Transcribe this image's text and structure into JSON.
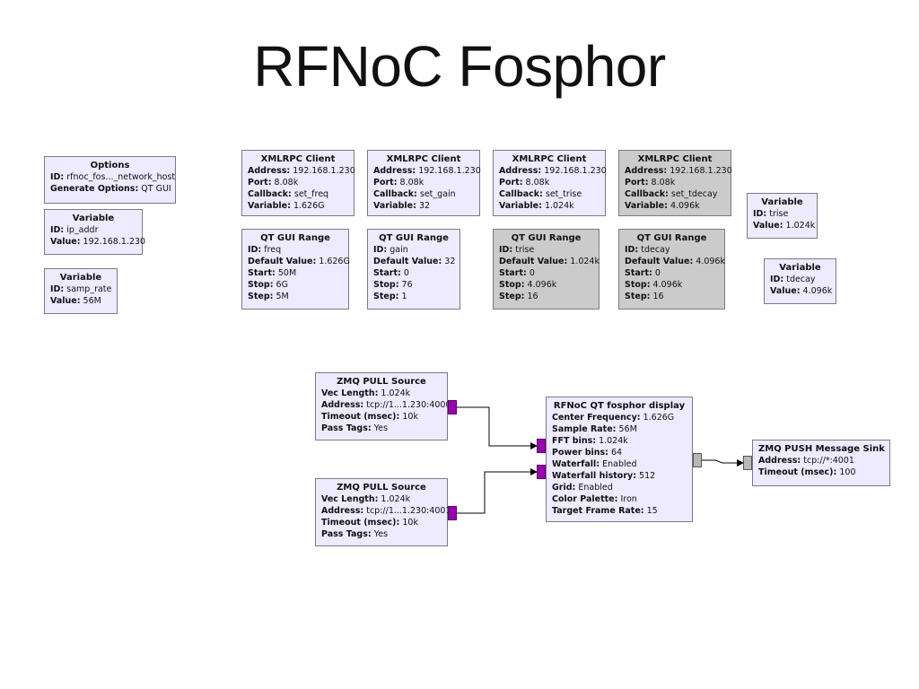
{
  "title": "RFNoC Fosphor",
  "colors": {
    "block_bg": "#eeeaff",
    "disabled_bg": "#cbcbcb",
    "stream_port": "#9b00b0",
    "message_port": "#b8b8b8"
  },
  "blocks": {
    "options": {
      "title": "Options",
      "rows": [
        {
          "k": "ID:",
          "v": "rfnoc_fos..._network_host"
        },
        {
          "k": "Generate Options:",
          "v": "QT GUI"
        }
      ]
    },
    "var_ip": {
      "title": "Variable",
      "rows": [
        {
          "k": "ID:",
          "v": "ip_addr"
        },
        {
          "k": "Value:",
          "v": "192.168.1.230"
        }
      ]
    },
    "var_samp": {
      "title": "Variable",
      "rows": [
        {
          "k": "ID:",
          "v": "samp_rate"
        },
        {
          "k": "Value:",
          "v": "56M"
        }
      ]
    },
    "xml_freq": {
      "title": "XMLRPC Client",
      "rows": [
        {
          "k": "Address:",
          "v": "192.168.1.230"
        },
        {
          "k": "Port:",
          "v": "8.08k"
        },
        {
          "k": "Callback:",
          "v": "set_freq"
        },
        {
          "k": "Variable:",
          "v": "1.626G"
        }
      ]
    },
    "xml_gain": {
      "title": "XMLRPC Client",
      "rows": [
        {
          "k": "Address:",
          "v": "192.168.1.230"
        },
        {
          "k": "Port:",
          "v": "8.08k"
        },
        {
          "k": "Callback:",
          "v": "set_gain"
        },
        {
          "k": "Variable:",
          "v": "32"
        }
      ]
    },
    "xml_trise": {
      "title": "XMLRPC Client",
      "rows": [
        {
          "k": "Address:",
          "v": "192.168.1.230"
        },
        {
          "k": "Port:",
          "v": "8.08k"
        },
        {
          "k": "Callback:",
          "v": "set_trise"
        },
        {
          "k": "Variable:",
          "v": "1.024k"
        }
      ]
    },
    "xml_tdecay": {
      "title": "XMLRPC Client",
      "disabled": true,
      "rows": [
        {
          "k": "Address:",
          "v": "192.168.1.230"
        },
        {
          "k": "Port:",
          "v": "8.08k"
        },
        {
          "k": "Callback:",
          "v": "set_tdecay"
        },
        {
          "k": "Variable:",
          "v": "4.096k"
        }
      ]
    },
    "var_trise": {
      "title": "Variable",
      "rows": [
        {
          "k": "ID:",
          "v": "trise"
        },
        {
          "k": "Value:",
          "v": "1.024k"
        }
      ]
    },
    "var_tdecay": {
      "title": "Variable",
      "rows": [
        {
          "k": "ID:",
          "v": "tdecay"
        },
        {
          "k": "Value:",
          "v": "4.096k"
        }
      ]
    },
    "qt_freq": {
      "title": "QT GUI Range",
      "rows": [
        {
          "k": "ID:",
          "v": "freq"
        },
        {
          "k": "Default Value:",
          "v": "1.626G"
        },
        {
          "k": "Start:",
          "v": "50M"
        },
        {
          "k": "Stop:",
          "v": "6G"
        },
        {
          "k": "Step:",
          "v": "5M"
        }
      ]
    },
    "qt_gain": {
      "title": "QT GUI Range",
      "rows": [
        {
          "k": "ID:",
          "v": "gain"
        },
        {
          "k": "Default Value:",
          "v": "32"
        },
        {
          "k": "Start:",
          "v": "0"
        },
        {
          "k": "Stop:",
          "v": "76"
        },
        {
          "k": "Step:",
          "v": "1"
        }
      ]
    },
    "qt_trise": {
      "title": "QT GUI Range",
      "disabled": true,
      "rows": [
        {
          "k": "ID:",
          "v": "trise"
        },
        {
          "k": "Default Value:",
          "v": "1.024k"
        },
        {
          "k": "Start:",
          "v": "0"
        },
        {
          "k": "Stop:",
          "v": "4.096k"
        },
        {
          "k": "Step:",
          "v": "16"
        }
      ]
    },
    "qt_tdecay": {
      "title": "QT GUI Range",
      "disabled": true,
      "rows": [
        {
          "k": "ID:",
          "v": "tdecay"
        },
        {
          "k": "Default Value:",
          "v": "4.096k"
        },
        {
          "k": "Start:",
          "v": "0"
        },
        {
          "k": "Stop:",
          "v": "4.096k"
        },
        {
          "k": "Step:",
          "v": "16"
        }
      ]
    },
    "zmq_pull_1": {
      "title": "ZMQ PULL Source",
      "rows": [
        {
          "k": "Vec Length:",
          "v": "1.024k"
        },
        {
          "k": "Address:",
          "v": "tcp://1...1.230:4000"
        },
        {
          "k": "Timeout (msec):",
          "v": "10k"
        },
        {
          "k": "Pass Tags:",
          "v": "Yes"
        }
      ]
    },
    "zmq_pull_2": {
      "title": "ZMQ PULL Source",
      "rows": [
        {
          "k": "Vec Length:",
          "v": "1.024k"
        },
        {
          "k": "Address:",
          "v": "tcp://1...1.230:4001"
        },
        {
          "k": "Timeout (msec):",
          "v": "10k"
        },
        {
          "k": "Pass Tags:",
          "v": "Yes"
        }
      ]
    },
    "fosphor": {
      "title": "RFNoC QT fosphor display",
      "rows": [
        {
          "k": "Center Frequency:",
          "v": "1.626G"
        },
        {
          "k": "Sample Rate:",
          "v": "56M"
        },
        {
          "k": "FFT bins:",
          "v": "1.024k"
        },
        {
          "k": "Power bins:",
          "v": "64"
        },
        {
          "k": "Waterfall:",
          "v": "Enabled"
        },
        {
          "k": "Waterfall history:",
          "v": "512"
        },
        {
          "k": "Grid:",
          "v": "Enabled"
        },
        {
          "k": "Color Palette:",
          "v": "Iron"
        },
        {
          "k": "Target Frame Rate:",
          "v": "15"
        }
      ]
    },
    "zmq_push": {
      "title": "ZMQ PUSH Message Sink",
      "rows": [
        {
          "k": "Address:",
          "v": "tcp://*:4001"
        },
        {
          "k": "Timeout (msec):",
          "v": "100"
        }
      ]
    }
  }
}
